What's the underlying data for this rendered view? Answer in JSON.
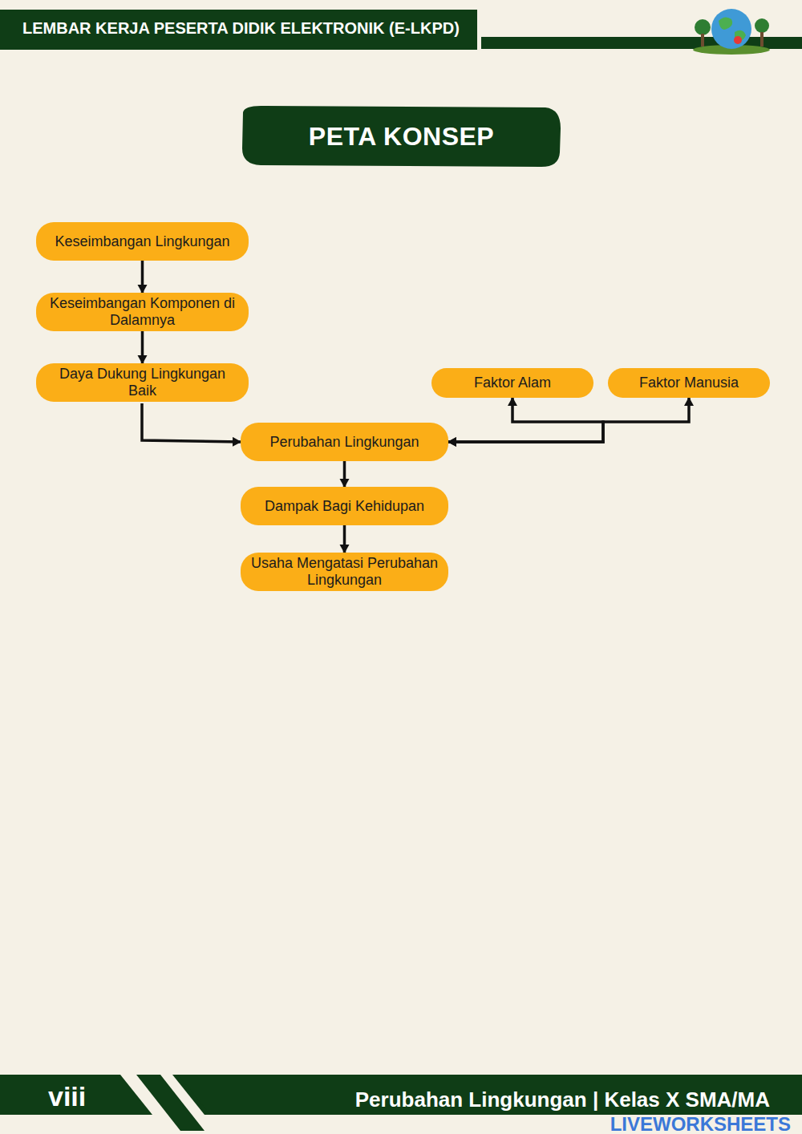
{
  "diagram": {
    "title": "PETA KONSEP",
    "nodes": [
      {
        "text": [
          "Keseimbangan Lingkungan"
        ]
      },
      {
        "text": [
          "Keseimbangan Komponen di Dalamnya"
        ]
      },
      {
        "text": [
          "Daya Dukung Lingkungan Baik"
        ]
      },
      {
        "text": [
          "Faktor Alam"
        ]
      },
      {
        "text": [
          "Faktor Manusia"
        ]
      },
      {
        "text": [
          "Perubahan Lingkungan"
        ]
      },
      {
        "text": [
          "Dampak Bagi Kehidupan"
        ]
      },
      {
        "text": [
          "Usaha Mengatasi Perubahan Lingkungan"
        ]
      }
    ],
    "edges": [
      {
        "from": 0,
        "to": 1,
        "arrow": "to"
      },
      {
        "from": 1,
        "to": 2,
        "arrow": "to"
      },
      {
        "from": 2,
        "to": 5,
        "arrow": "to"
      },
      {
        "from": 5,
        "to": 6,
        "arrow": "to"
      },
      {
        "from": 6,
        "to": 7,
        "arrow": "to"
      },
      {
        "from": 3,
        "to": 5,
        "arrow": "both"
      },
      {
        "from": 4,
        "to": 5,
        "arrow": "both"
      }
    ],
    "labels": [
      "LEMBAR KERJA PESERTA DIDIK ELEKTRONIK (E-LKPD)",
      "viii",
      "Perubahan Lingkungan | Kelas X SMA/MA",
      "LIVEWORKSHEETS"
    ]
  }
}
